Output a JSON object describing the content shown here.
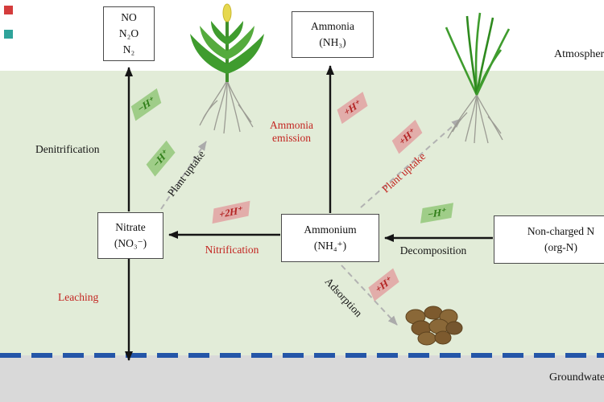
{
  "page": {
    "atmosphere_label": "Atmosphere",
    "groundwater_label": "Groundwater"
  },
  "boxes": {
    "gas": {
      "line1": "NO",
      "line2": "N₂O",
      "line3": "N₂"
    },
    "ammonia": {
      "line1": "Ammonia",
      "line2": "(NH₃)"
    },
    "nitrate": {
      "line1": "Nitrate",
      "line2": "(NO₃⁻)"
    },
    "ammonium": {
      "line1": "Ammonium",
      "line2": "(NH₄⁺)"
    },
    "organic": {
      "line1": "Non-charged N",
      "line2": "(org-N)"
    }
  },
  "processes": {
    "denitrification": "Denitrification",
    "nitrification": "Nitrification",
    "decomposition": "Decomposition",
    "leaching": "Leaching",
    "adsorption": "Adsorption",
    "ammonia_emission_line1": "Ammonia",
    "ammonia_emission_line2": "emission",
    "plant_uptake_left": "Plant uptake",
    "plant_uptake_right": "Plant uptake"
  },
  "badges": {
    "denitrification_h": "−H⁺",
    "plant_uptake_left_h": "−H⁺",
    "ammonia_emission_h": "+H⁺",
    "plant_uptake_right_h": "+H⁺",
    "nitrification_h": "+2H⁺",
    "decomposition_h": "−H⁺",
    "adsorption_h": "+H⁺"
  },
  "colors": {
    "soil_bg": "#e2ecd8",
    "groundwater_bg": "#d9d9d9",
    "water_table_line": "#2456a8",
    "red_label": "#c32420",
    "green_badge": "#8ec674",
    "red_badge": "#e2a2a2"
  }
}
